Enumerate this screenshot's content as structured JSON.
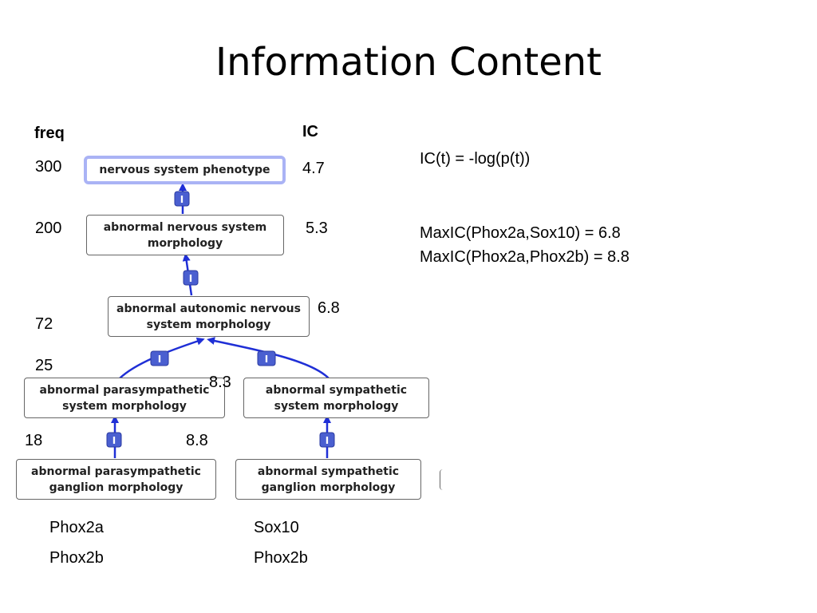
{
  "title": "Information Content",
  "headers": {
    "freq": "freq",
    "ic": "IC"
  },
  "nodes": [
    {
      "id": "nervous-system-phenotype",
      "label": "nervous system phenotype",
      "freq": "300",
      "ic": "4.7"
    },
    {
      "id": "abnormal-nervous-system-morphology",
      "label": "abnormal nervous system\nmorphology",
      "freq": "200",
      "ic": "5.3"
    },
    {
      "id": "abnormal-autonomic-nervous-system-morphology",
      "label": "abnormal autonomic nervous\nsystem morphology",
      "freq": "72",
      "ic": "6.8"
    },
    {
      "id": "abnormal-parasympathetic-system-morphology",
      "label": "abnormal parasympathetic\nsystem morphology",
      "freq": "25",
      "ic": "8.3"
    },
    {
      "id": "abnormal-sympathetic-system-morphology",
      "label": "abnormal sympathetic\nsystem morphology"
    },
    {
      "id": "abnormal-parasympathetic-ganglion-morphology",
      "label": "abnormal parasympathetic\nganglion morphology",
      "freq": "18",
      "ic": "8.8"
    },
    {
      "id": "abnormal-sympathetic-ganglion-morphology",
      "label": "abnormal sympathetic\nganglion morphology"
    }
  ],
  "edge_label": "I",
  "genes": {
    "left": [
      "Phox2a",
      "Phox2b"
    ],
    "right": [
      "Sox10",
      "Phox2b"
    ]
  },
  "formulas": {
    "ic_definition": "IC(t) = -log(p(t))",
    "maxic_1": "MaxIC(Phox2a,Sox10) = 6.8",
    "maxic_2": "MaxIC(Phox2a,Phox2b) = 8.8"
  },
  "colors": {
    "edge": "#1f2fd6",
    "edge_badge": "#4a5fd0",
    "root_highlight": "#aab3f5"
  }
}
